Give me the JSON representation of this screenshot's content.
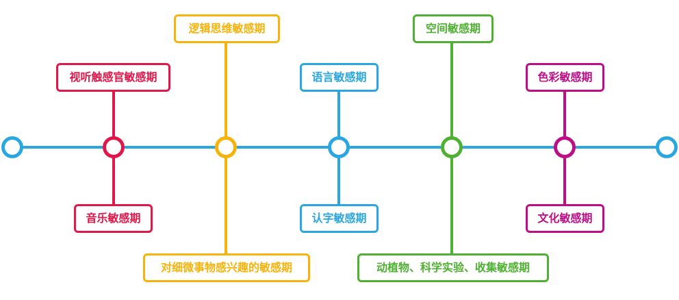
{
  "colors": {
    "timeline": "#2aa7e0",
    "pink": "#e0174a",
    "yellow": "#f6b30c",
    "blue": "#2aa7e0",
    "green": "#4fb132",
    "magenta": "#bc0f87"
  },
  "labels": {
    "visual_auditory_tactile": "视听触感官敏感期",
    "music": "音乐敏感期",
    "logical_thinking": "逻辑思维敏感期",
    "tiny_things": "对细微事物感兴趣的敏感期",
    "language": "语言敏感期",
    "literacy": "认字敏感期",
    "space": "空间敏感期",
    "plants_science": "动植物、科学实验、收集敏感期",
    "color": "色彩敏感期",
    "culture": "文化敏感期"
  }
}
